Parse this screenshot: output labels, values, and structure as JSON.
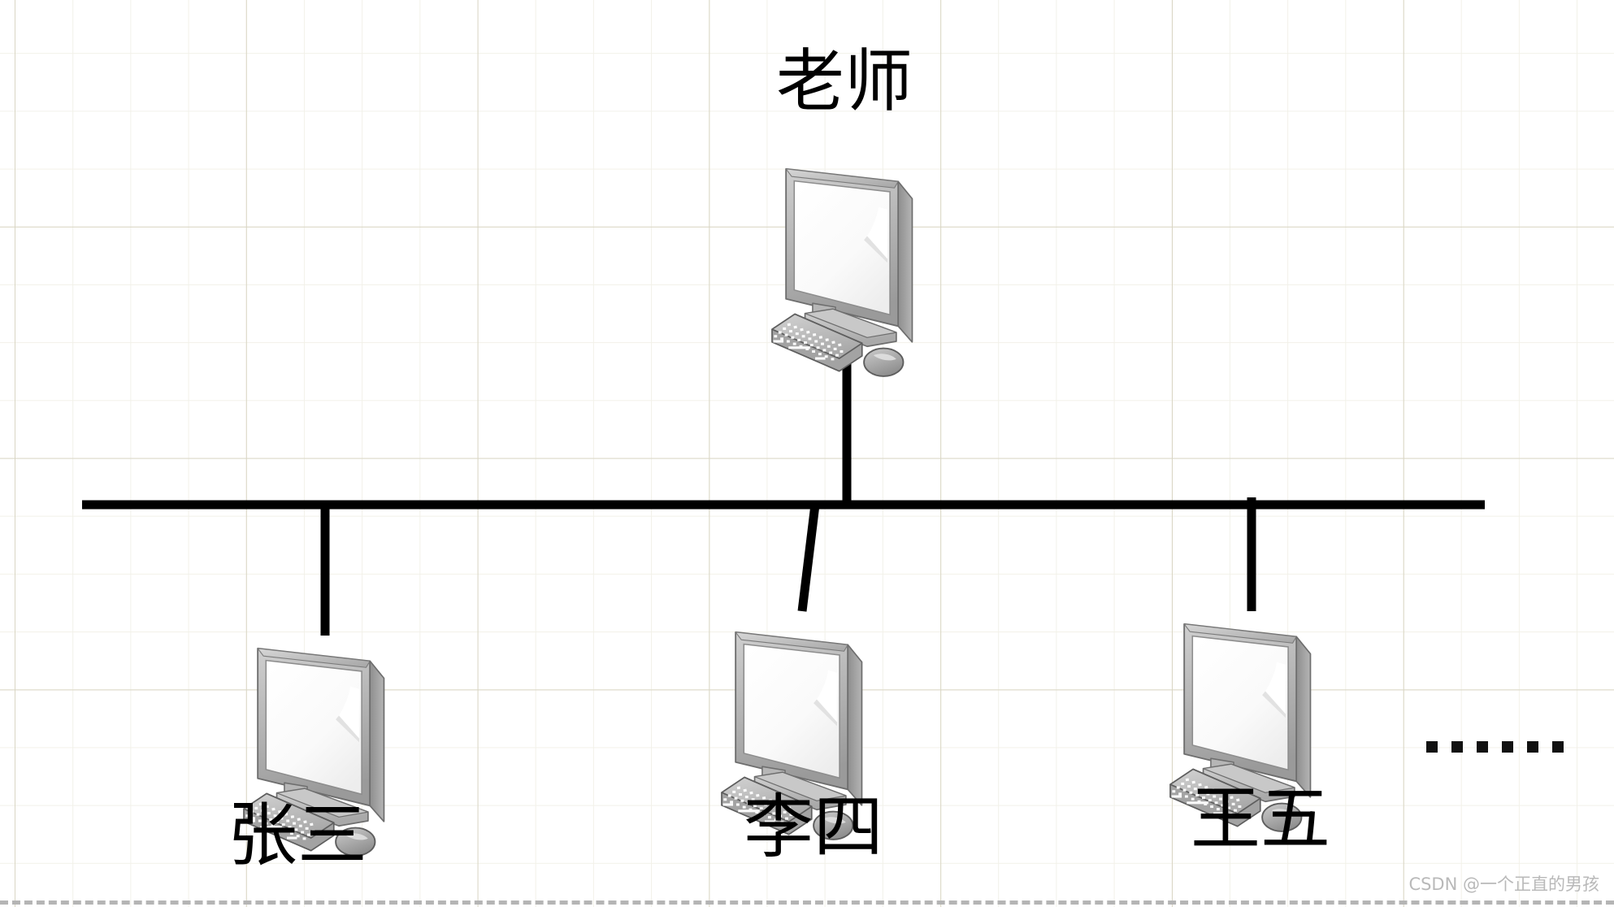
{
  "diagram": {
    "title_node": {
      "label": "老师",
      "icon": "desktop-computer-icon"
    },
    "bus": {
      "name": "bus-backbone-line",
      "color": "#000000"
    },
    "clients": [
      {
        "label": "张三",
        "icon": "desktop-computer-icon"
      },
      {
        "label": "李四",
        "icon": "desktop-computer-icon"
      },
      {
        "label": "王五",
        "icon": "desktop-computer-icon"
      }
    ],
    "ellipsis": "……",
    "ellipsis_dot_count": 6
  },
  "watermark": {
    "text": "CSDN @一个正直的男孩"
  },
  "colors": {
    "line": "#000000",
    "grid_minor": "#f2f1e9",
    "grid_major": "#d9d6c4",
    "background": "#ffffff",
    "watermark": "#b9b9b9",
    "monitor_bezel": "#9b9b9b",
    "monitor_screen": "#fbfbfb"
  }
}
